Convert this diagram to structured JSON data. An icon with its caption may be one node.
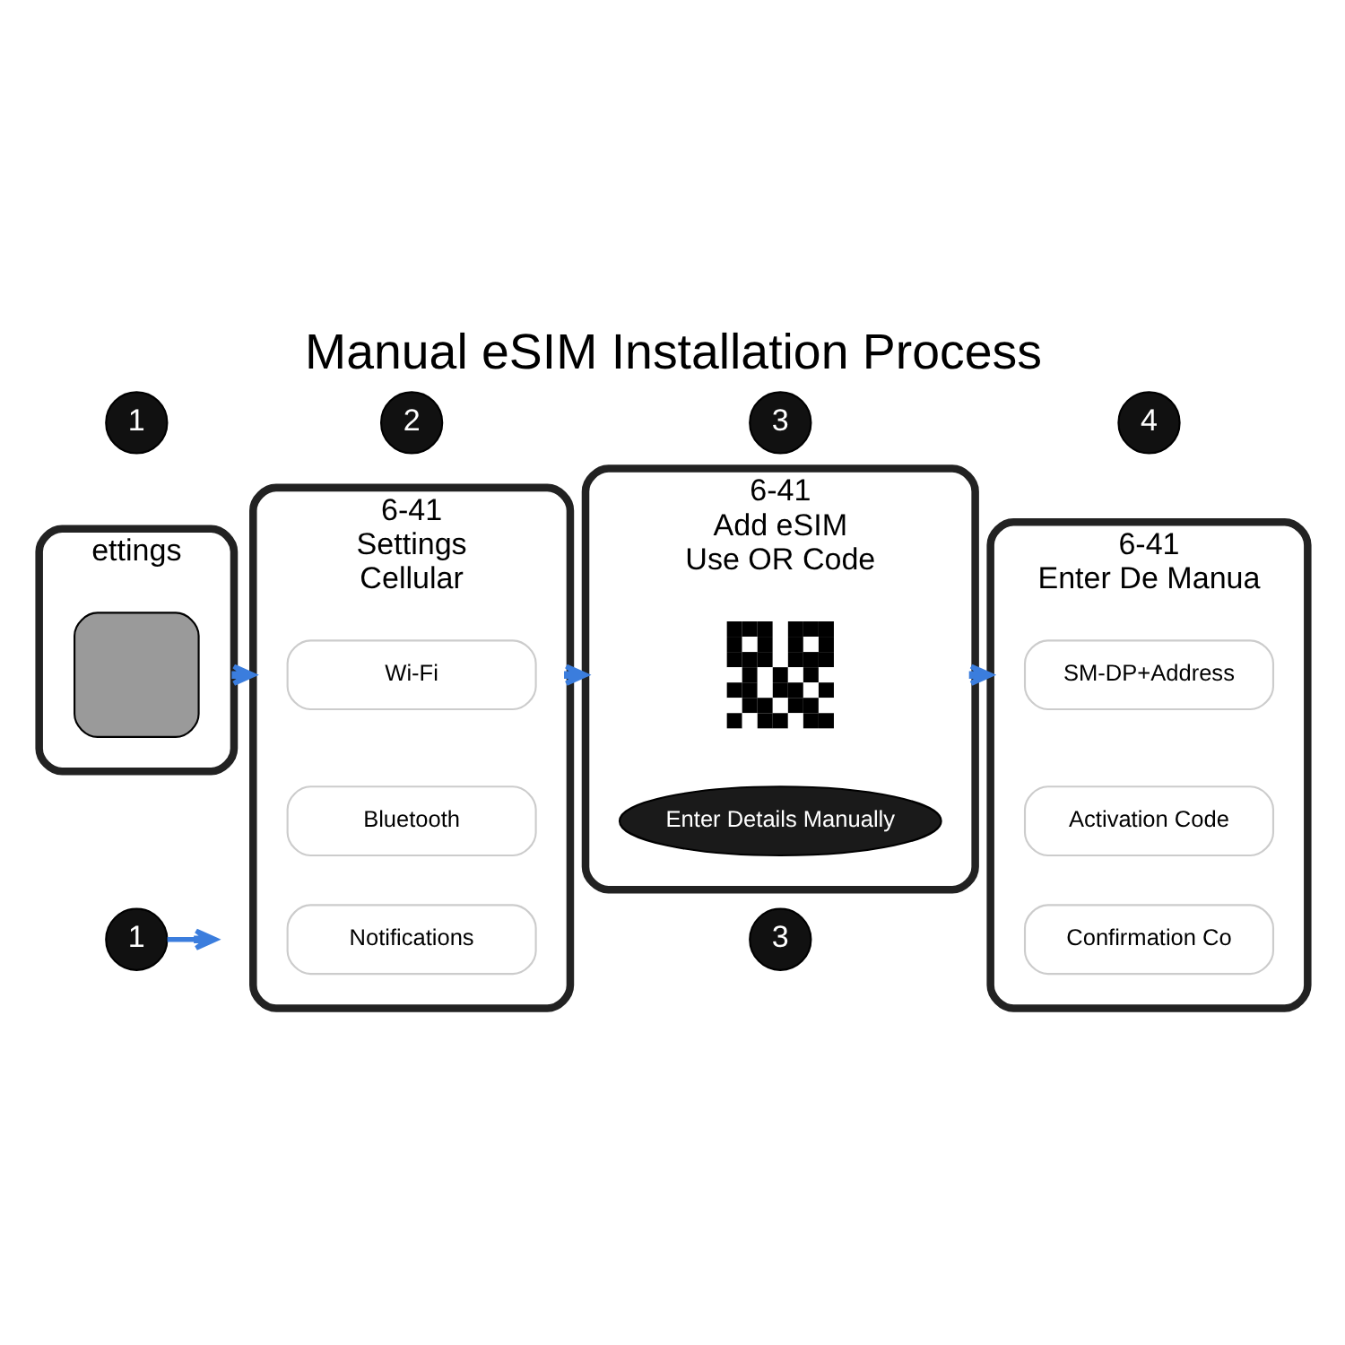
{
  "diagram": {
    "title": "Manual eSIM Installation Process",
    "nodes": [
      {
        "text": [
          "1"
        ]
      },
      {
        "text": [
          "2"
        ]
      },
      {
        "text": [
          "3"
        ]
      },
      {
        "text": [
          "4"
        ]
      },
      {
        "text": [
          "ettings"
        ]
      },
      {
        "text": [],
        "shape": "box",
        "in": 4
      },
      {
        "text": [
          "6-41",
          "Settings",
          "Cellular"
        ]
      },
      {
        "text": [
          "Wi-Fi"
        ],
        "in": 6
      },
      {
        "text": [
          "Bluetooth"
        ],
        "in": 6
      },
      {
        "text": [
          "Notifications"
        ],
        "in": 6
      },
      {
        "text": [
          "6-41",
          "Add eSIM",
          "Use OR Code"
        ]
      },
      {
        "text": [],
        "shape": "picture",
        "in": 10
      },
      {
        "text": [
          "Enter Details Manually"
        ],
        "in": 10
      },
      {
        "text": [
          "6-41",
          "Enter De Manua"
        ]
      },
      {
        "text": [
          "SM-DP+Address"
        ],
        "in": 13
      },
      {
        "text": [
          "Activation Code"
        ],
        "in": 13
      },
      {
        "text": [
          "Confirmation Co"
        ],
        "in": 13
      },
      {
        "text": [
          "1"
        ]
      },
      {
        "text": [
          "3"
        ]
      }
    ],
    "edges": [
      {
        "from": 4,
        "to": 6,
        "arrow": "to",
        "color": "#3b7ddd"
      },
      {
        "from": 6,
        "to": 10,
        "arrow": "to",
        "color": "#3b7ddd"
      },
      {
        "from": 10,
        "to": 13,
        "arrow": "to",
        "color": "#3b7ddd"
      },
      {
        "from": 17,
        "to": null,
        "arrow": "to",
        "color": "#3b7ddd"
      }
    ]
  }
}
